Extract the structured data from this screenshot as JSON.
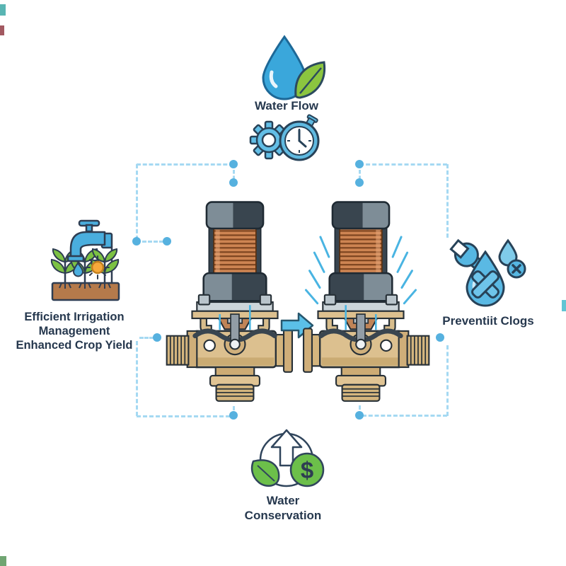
{
  "labels": {
    "water_flow": "Water Flow",
    "left_lines": [
      "Efficient Irrigation",
      "Management",
      "Enhanced Crop Yield"
    ],
    "prevent_clogs": "Preventiit Clogs",
    "water_conservation_lines": [
      "Water",
      "Conservation"
    ]
  },
  "icons": {
    "top": "water-drop-leaf-icon",
    "process": "gear-stopwatch-icon",
    "left": "faucet-crops-icon",
    "right": "wrench-clog-icon",
    "bottom": "leaf-dollar-growth-icon",
    "center": "right-arrow-icon",
    "dollar_glyph": "$"
  },
  "colors": {
    "text_navy": "#26384e",
    "icon_blue": "#4aaede",
    "icon_blue_light": "#7fcbea",
    "icon_green": "#7cc143",
    "leaf_green": "#8bc53f",
    "dollar_green": "#6cbf4a",
    "sun_orange": "#f6a93b",
    "dashed_line": "#a5d9f2",
    "connector_dot": "#56b1df",
    "arrow_blue": "#5bc0e8",
    "copper_coil": "#cd8452",
    "coil_stripe": "#7b431f",
    "brass_body": "#dcc08f",
    "brass_dark": "#c6a56b",
    "solenoid_dark": "#39454f",
    "solenoid_light": "#7e8d97",
    "plate_gray": "#ccd5da",
    "soil_brown": "#b57a4b",
    "drip_blue": "#49b4e2"
  }
}
